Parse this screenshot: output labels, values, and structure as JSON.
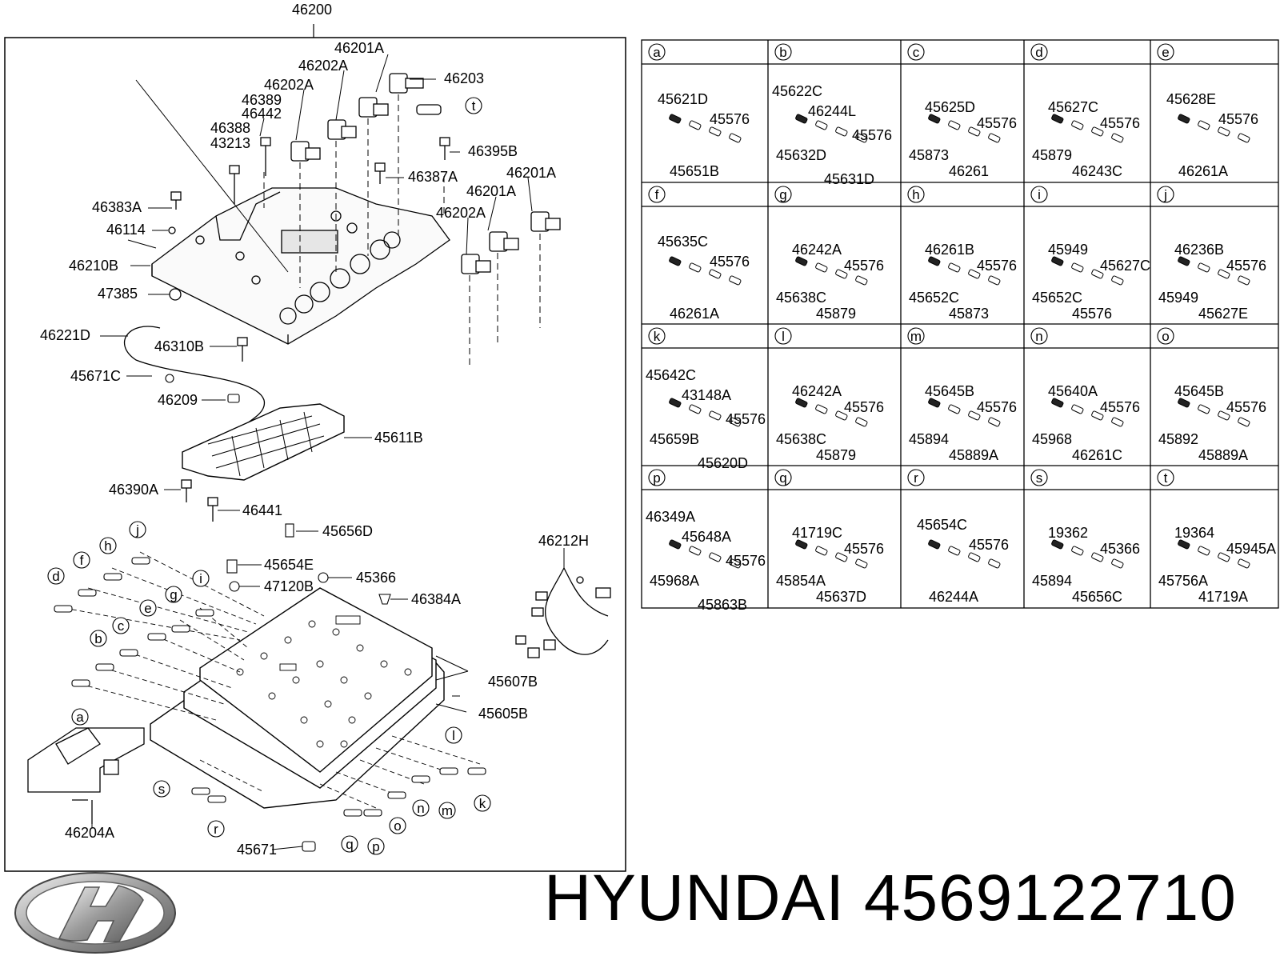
{
  "assembly": {
    "top_part": "46200",
    "main_labels": [
      "46201A",
      "46202A",
      "46203",
      "46202A",
      "46389",
      "46442",
      "46388",
      "43213",
      "46395B",
      "46387A",
      "46201A",
      "46201A",
      "46202A",
      "46383A",
      "46114",
      "46210B",
      "47385",
      "46221D",
      "46310B",
      "45671C",
      "46209",
      "45611B",
      "46390A",
      "46441",
      "45656D",
      "46212H",
      "45654E",
      "45366",
      "47120B",
      "46384A",
      "45607B",
      "45605B",
      "46204A",
      "45671"
    ],
    "callout_letters": [
      "a",
      "b",
      "c",
      "d",
      "e",
      "f",
      "g",
      "h",
      "i",
      "j",
      "k",
      "l",
      "m",
      "n",
      "o",
      "p",
      "q",
      "r",
      "s",
      "t"
    ]
  },
  "table": {
    "cells": [
      {
        "letter": "a",
        "parts": [
          "45621D",
          "45576",
          "45651B"
        ]
      },
      {
        "letter": "b",
        "parts": [
          "45622C",
          "46244L",
          "45576",
          "45632D",
          "45631D"
        ]
      },
      {
        "letter": "c",
        "parts": [
          "45625D",
          "45576",
          "45873",
          "46261"
        ]
      },
      {
        "letter": "d",
        "parts": [
          "45627C",
          "45576",
          "45879",
          "46243C"
        ]
      },
      {
        "letter": "e",
        "parts": [
          "45628E",
          "45576",
          "46261A"
        ]
      },
      {
        "letter": "f",
        "parts": [
          "45635C",
          "45576",
          "46261A"
        ]
      },
      {
        "letter": "g",
        "parts": [
          "46242A",
          "45576",
          "45638C",
          "45879"
        ]
      },
      {
        "letter": "h",
        "parts": [
          "46261B",
          "45576",
          "45652C",
          "45873"
        ]
      },
      {
        "letter": "i",
        "parts": [
          "45949",
          "45627C",
          "45652C",
          "45576"
        ]
      },
      {
        "letter": "j",
        "parts": [
          "46236B",
          "45576",
          "45949",
          "45627E"
        ]
      },
      {
        "letter": "k",
        "parts": [
          "45642C",
          "43148A",
          "45576",
          "45659B",
          "45620D"
        ]
      },
      {
        "letter": "l",
        "parts": [
          "46242A",
          "45576",
          "45638C",
          "45879"
        ]
      },
      {
        "letter": "m",
        "parts": [
          "45645B",
          "45576",
          "45894",
          "45889A"
        ]
      },
      {
        "letter": "n",
        "parts": [
          "45640A",
          "45576",
          "45968",
          "46261C"
        ]
      },
      {
        "letter": "o",
        "parts": [
          "45645B",
          "45576",
          "45892",
          "45889A"
        ]
      },
      {
        "letter": "p",
        "parts": [
          "46349A",
          "45648A",
          "45576",
          "45968A",
          "45863B"
        ]
      },
      {
        "letter": "q",
        "parts": [
          "41719C",
          "45576",
          "45854A",
          "45637D"
        ]
      },
      {
        "letter": "r",
        "parts": [
          "45654C",
          "45576",
          "46244A"
        ]
      },
      {
        "letter": "s",
        "parts": [
          "19362",
          "45366",
          "45894",
          "45656C"
        ]
      },
      {
        "letter": "t",
        "parts": [
          "19364",
          "45945A",
          "45756A",
          "41719A"
        ]
      }
    ]
  },
  "footer": {
    "brand": "HYUNDAI",
    "part_number": "4569122710",
    "logo_icon": "hyundai-logo-icon"
  }
}
